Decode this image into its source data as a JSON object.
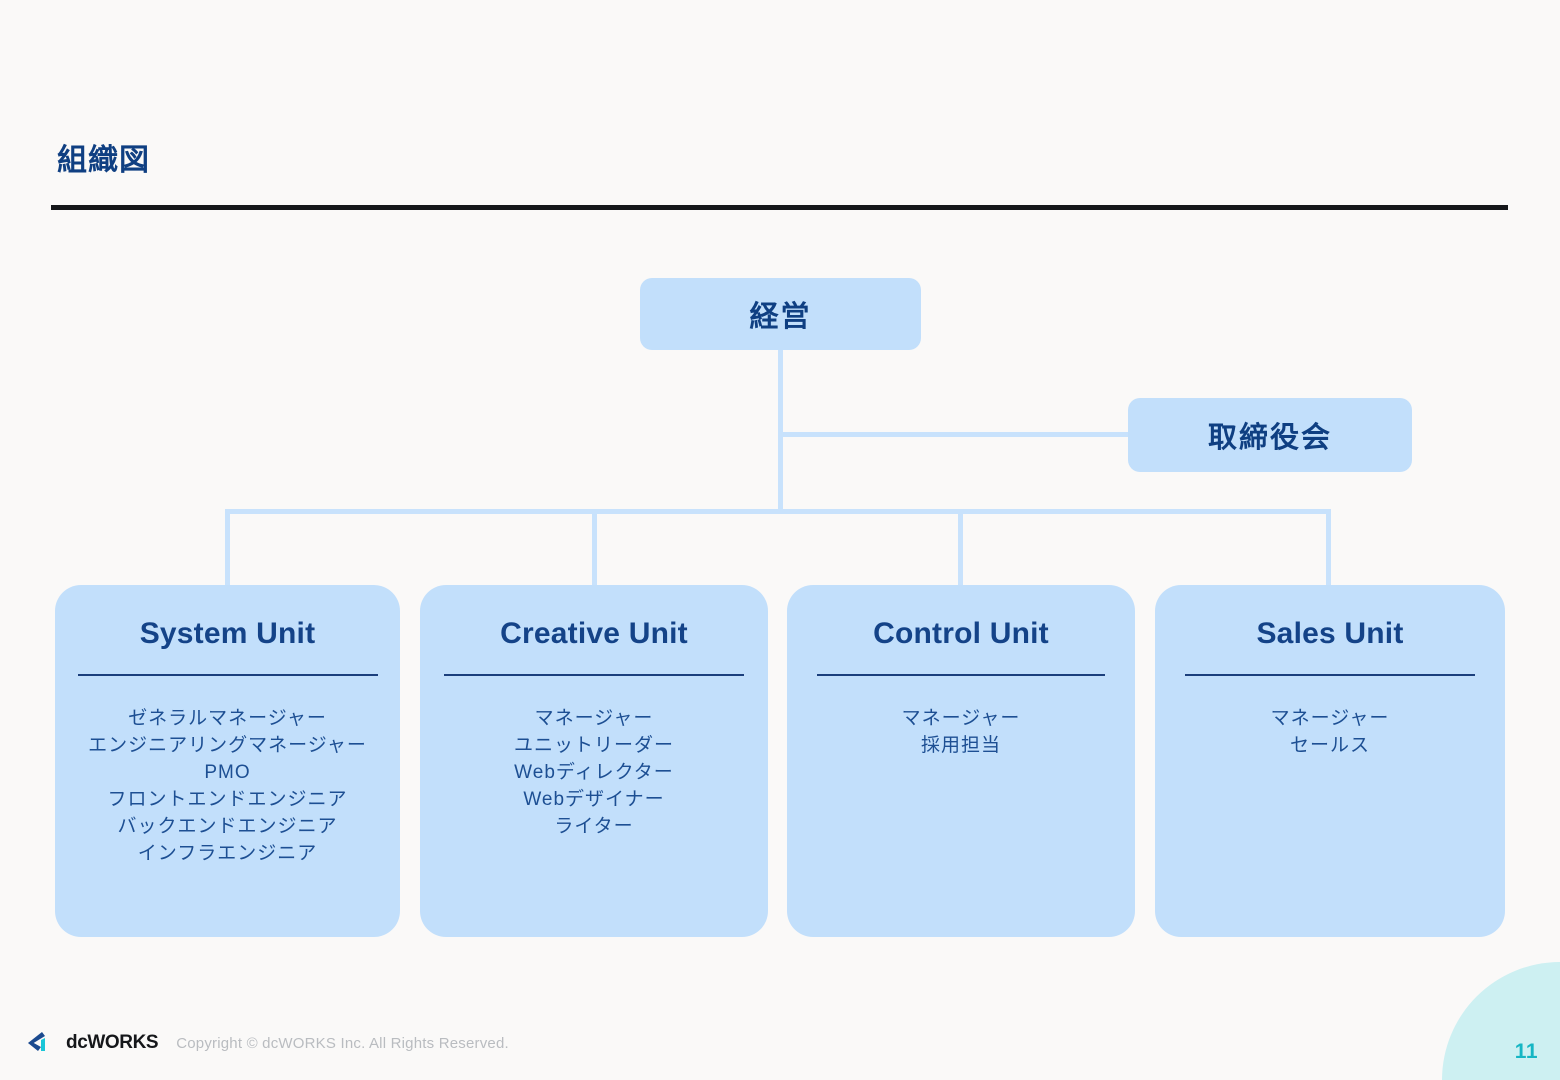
{
  "page": {
    "title": "組織図",
    "number": "11"
  },
  "chart_data": {
    "type": "diagram",
    "title": "組織図",
    "nodes": [
      {
        "id": "keiei",
        "label": "経営",
        "level": 0
      },
      {
        "id": "board",
        "label": "取締役会",
        "level": 1
      },
      {
        "id": "system",
        "label": "System Unit",
        "level": 2
      },
      {
        "id": "creative",
        "label": "Creative Unit",
        "level": 2
      },
      {
        "id": "control",
        "label": "Control Unit",
        "level": 2
      },
      {
        "id": "sales",
        "label": "Sales Unit",
        "level": 2
      }
    ],
    "edges": [
      {
        "from": "keiei",
        "to": "board"
      },
      {
        "from": "keiei",
        "to": "system"
      },
      {
        "from": "keiei",
        "to": "creative"
      },
      {
        "from": "keiei",
        "to": "control"
      },
      {
        "from": "keiei",
        "to": "sales"
      }
    ]
  },
  "top": {
    "management": "経営",
    "board": "取締役会"
  },
  "units": [
    {
      "name": "System Unit",
      "roles": [
        "ゼネラルマネージャー",
        "エンジニアリングマネージャー",
        "PMO",
        "フロントエンドエンジニア",
        "バックエンドエンジニア",
        "インフラエンジニア"
      ]
    },
    {
      "name": "Creative Unit",
      "roles": [
        "マネージャー",
        "ユニットリーダー",
        "Webディレクター",
        "Webデザイナー",
        "ライター"
      ]
    },
    {
      "name": "Control Unit",
      "roles": [
        "マネージャー",
        "採用担当"
      ]
    },
    {
      "name": "Sales Unit",
      "roles": [
        "マネージャー",
        "セールス"
      ]
    }
  ],
  "footer": {
    "logo_text": "dcWORKS",
    "copyright": "Copyright © dcWORKS Inc. All Rights Reserved."
  },
  "colors": {
    "background": "#faf9f8",
    "box_fill": "#c2dffb",
    "box_text": "#123f85",
    "connector": "#c8e2fc",
    "title_text": "#0f3f82",
    "rule": "#15171a",
    "accent_teal": "#16b6c4",
    "corner_blob": "#cdf0f2"
  }
}
